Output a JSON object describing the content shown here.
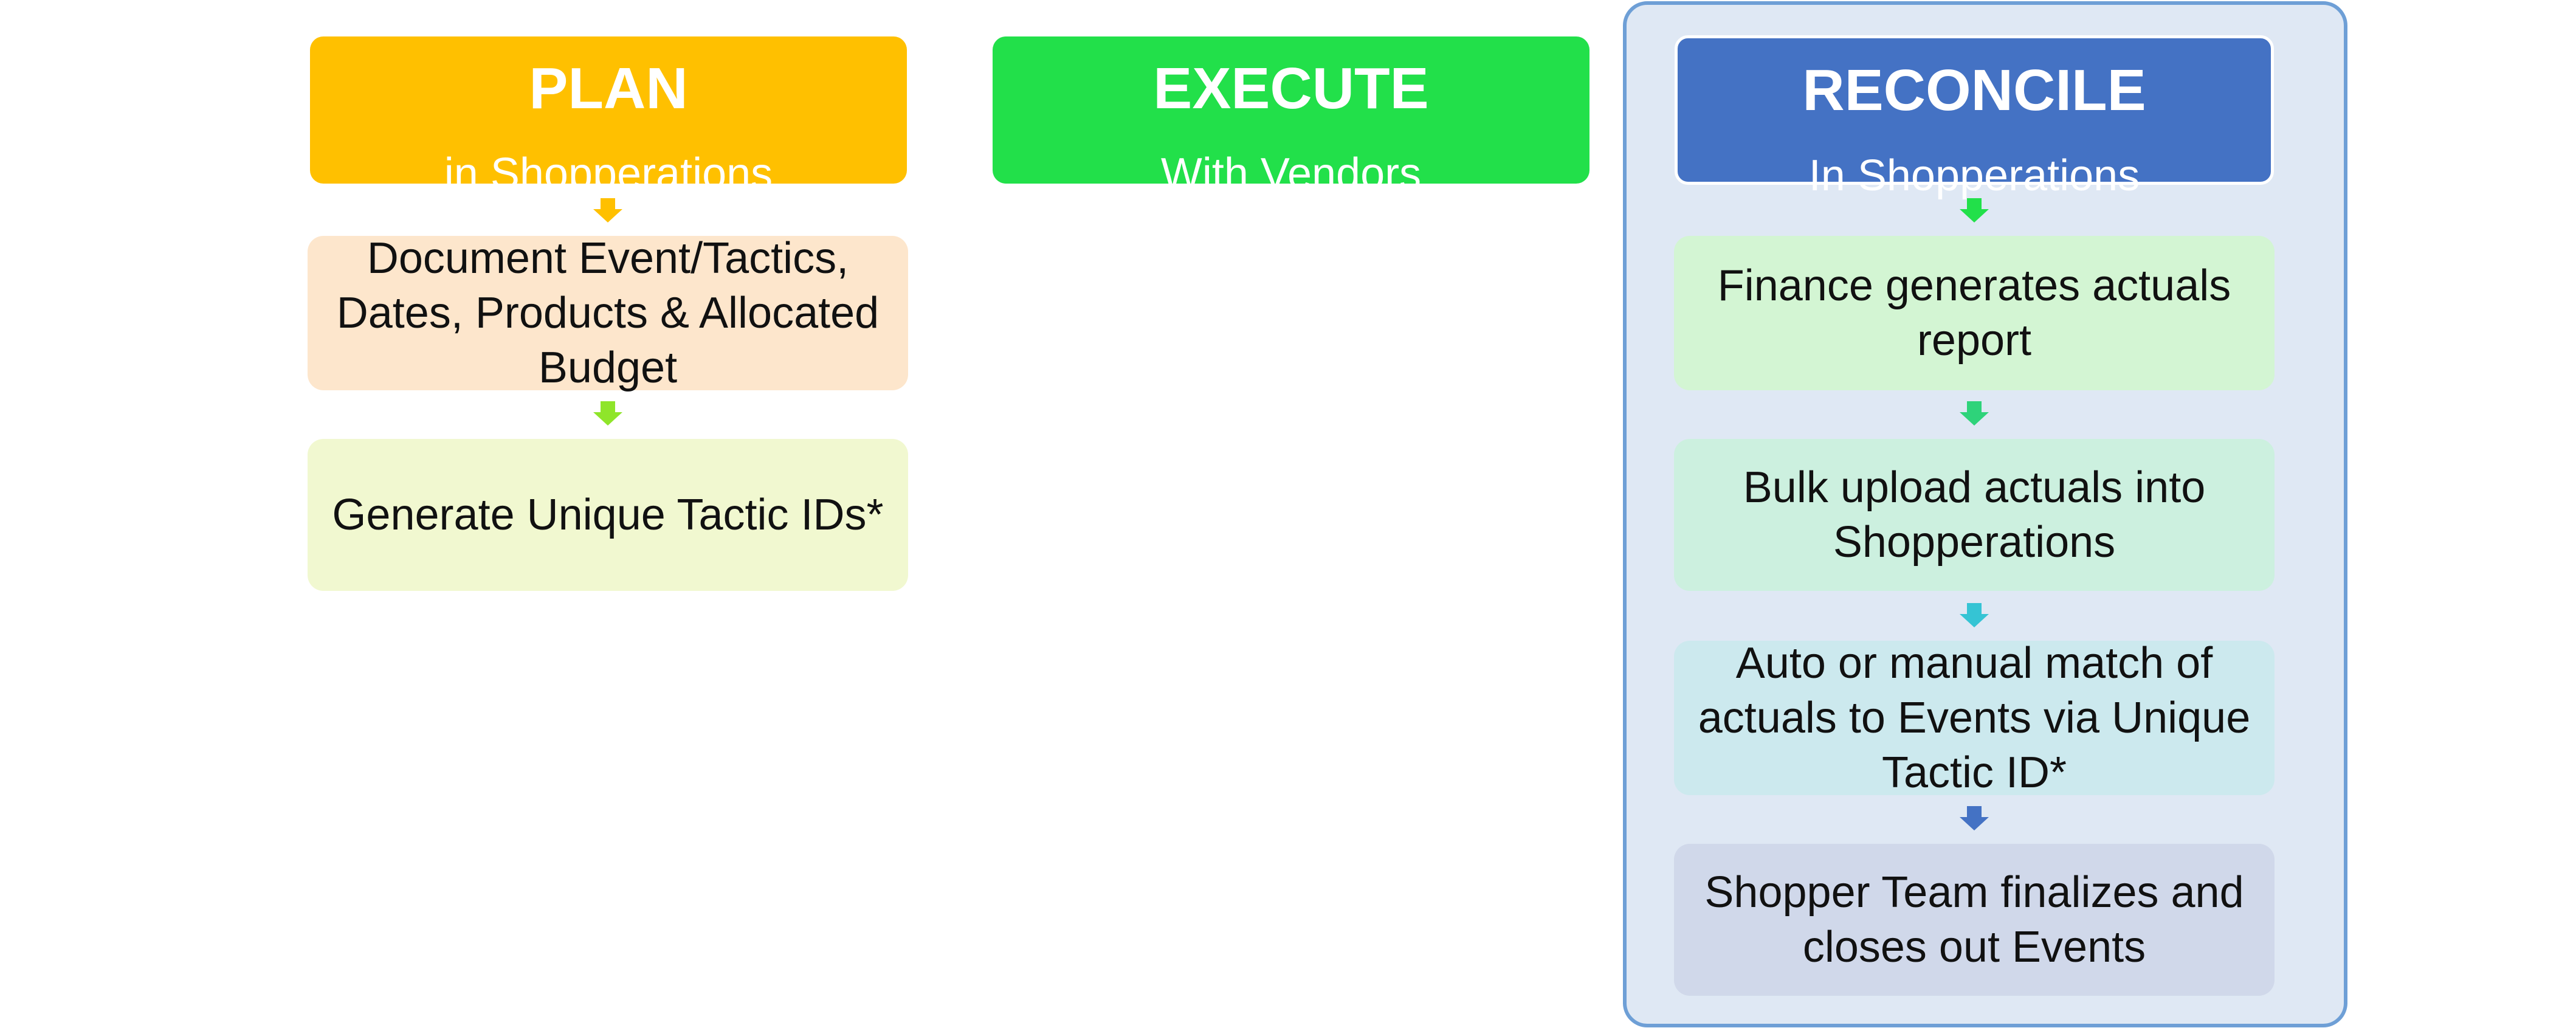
{
  "columns": {
    "plan": {
      "title": "PLAN",
      "subtitle": "in Shopperations",
      "color": "#ffc000",
      "steps": [
        {
          "text": "Document Event/Tactics, Dates, Products & Allocated Budget",
          "color": "#fde6cc"
        },
        {
          "text": "Generate Unique Tactic IDs*",
          "color": "#f1f8d0"
        }
      ],
      "arrow_colors": [
        "#ffc000",
        "#8fe52a"
      ]
    },
    "execute": {
      "title": "EXECUTE",
      "subtitle": "With Vendors",
      "color": "#22e04a"
    },
    "reconcile": {
      "title": "RECONCILE",
      "subtitle": "In Shopperations",
      "color": "#4472c4",
      "panel_color": "#dfe8f4",
      "panel_border": "#6e9fd6",
      "steps": [
        {
          "text": "Finance generates actuals report",
          "color": "#d3f5d3"
        },
        {
          "text": "Bulk upload actuals into Shopperations",
          "color": "#ccf0df"
        },
        {
          "text": "Auto or manual match of actuals to Events via Unique Tactic ID*",
          "color": "#cce9ee"
        },
        {
          "text": "Shopper Team finalizes and closes out Events",
          "color": "#d0d8ea"
        }
      ],
      "arrow_colors": [
        "#22e04a",
        "#2ed37a",
        "#35c4d4",
        "#4472c4"
      ]
    }
  }
}
